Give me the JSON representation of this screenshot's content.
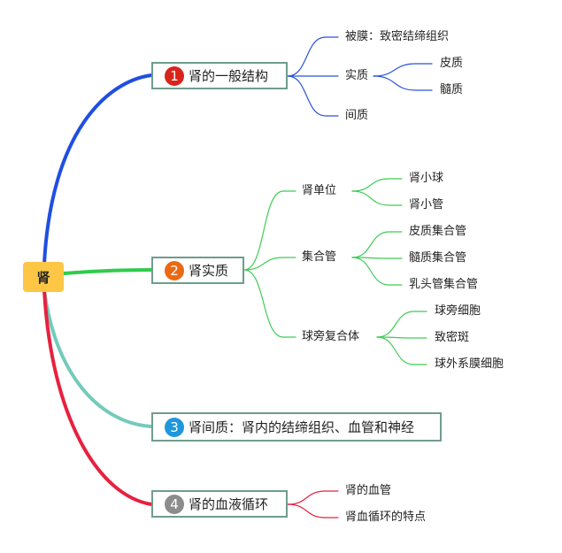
{
  "root": {
    "label": "肾"
  },
  "topics": [
    {
      "key": "t1",
      "badge": "1",
      "badge_color": "#d8251b",
      "branch_color": "#1f4fe0",
      "label": "肾的一般结构",
      "children": [
        {
          "label": "被膜：致密结缔组织",
          "children": []
        },
        {
          "label": "实质",
          "children": [
            {
              "label": "皮质"
            },
            {
              "label": "髓质"
            }
          ]
        },
        {
          "label": "间质",
          "children": []
        }
      ]
    },
    {
      "key": "t2",
      "badge": "2",
      "badge_color": "#ea6a13",
      "branch_color": "#2fcc4b",
      "label": "肾实质",
      "children": [
        {
          "label": "肾单位",
          "children": [
            {
              "label": "肾小球"
            },
            {
              "label": "肾小管"
            }
          ]
        },
        {
          "label": "集合管",
          "children": [
            {
              "label": "皮质集合管"
            },
            {
              "label": "髓质集合管"
            },
            {
              "label": "乳头管集合管"
            }
          ]
        },
        {
          "label": "球旁复合体",
          "children": [
            {
              "label": "球旁细胞"
            },
            {
              "label": "致密斑"
            },
            {
              "label": "球外系膜细胞"
            }
          ]
        }
      ]
    },
    {
      "key": "t3",
      "badge": "3",
      "badge_color": "#1f97dc",
      "branch_color": "#74cabb",
      "label": "肾间质：肾内的结缔组织、血管和神经",
      "children": []
    },
    {
      "key": "t4",
      "badge": "4",
      "badge_color": "#8c8c8c",
      "branch_color": "#e8203e",
      "label": "肾的血液循环",
      "children": [
        {
          "label": "肾的血管",
          "children": []
        },
        {
          "label": "肾血循环的特点",
          "children": []
        }
      ]
    }
  ]
}
